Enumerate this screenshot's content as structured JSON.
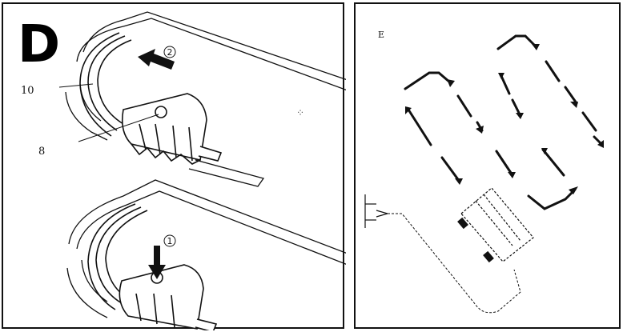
{
  "panel_d": {
    "label": "D",
    "callouts": [
      "10",
      "8"
    ],
    "steps": [
      "2",
      "1"
    ]
  },
  "panel_e": {
    "label": "E"
  },
  "colors": {
    "stroke": "#111111",
    "background": "#ffffff"
  }
}
